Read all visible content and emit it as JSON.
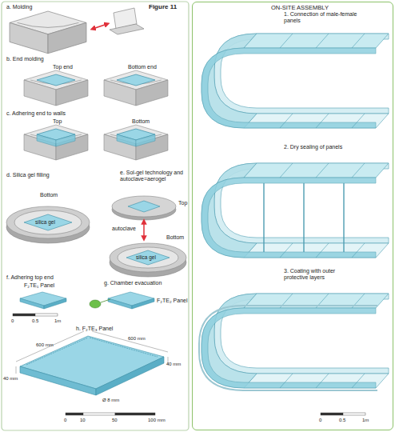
{
  "diagram": {
    "title": "Figure 11",
    "nodes": [
      {
        "text": [
          "ON-SITE ASSEMBLY"
        ]
      }
    ],
    "labels": [
      "a. Molding",
      "b. End molding",
      "Top end",
      "Bottom end",
      "c. Adhering end to walls",
      "Top",
      "Bottom",
      "d. Silica gel filling",
      "e. Sol-gel technology and autoclave=aerogel",
      "Bottom",
      "silica gel",
      "Top",
      "autoclave",
      "Bottom",
      "silica gel",
      "f. Adhering top end",
      "F₂TE₁ Panel",
      "g. Chamber evacuation",
      "F₂TE₂ Panel",
      "0",
      "0.5",
      "1m",
      "h. F₂TE₃ Panel",
      "600 mm",
      "600 mm",
      "40 mm",
      "40 mm",
      "Ø 8 mm",
      "0",
      "10",
      "50",
      "100 mm",
      "1. Connection of male-female panels",
      "2. Dry sealing of panels",
      "3. Coating with outer protective layers",
      "0",
      "0.5",
      "1m"
    ]
  }
}
